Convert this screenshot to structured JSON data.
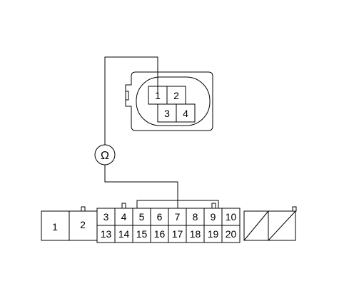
{
  "sensor_connector": {
    "pins": [
      "1",
      "2",
      "3",
      "4"
    ]
  },
  "meter": {
    "symbol": "Ω"
  },
  "ecu_connector": {
    "left_pins": [
      "1",
      "2"
    ],
    "top_row": [
      "3",
      "4",
      "5",
      "6",
      "7",
      "8",
      "9",
      "10"
    ],
    "bottom_row": [
      "13",
      "14",
      "15",
      "16",
      "17",
      "18",
      "19",
      "20"
    ]
  }
}
